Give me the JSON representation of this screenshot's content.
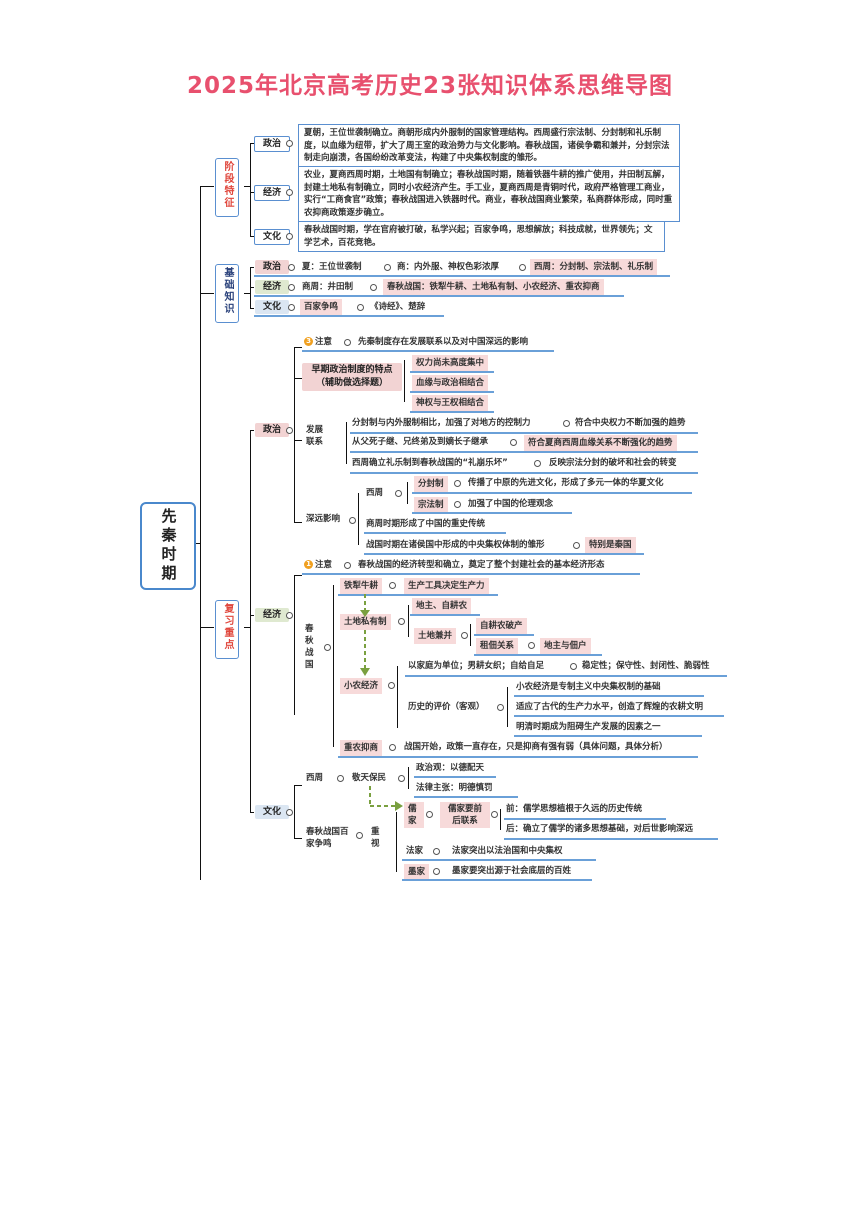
{
  "title": "2025年北京高考历史23张知识体系思维导图",
  "root": "先秦时期",
  "sections": {
    "stage": "阶段特征",
    "basic": "基础知识",
    "review": "复习重点"
  },
  "stage": {
    "politics_tag": "政治",
    "politics_text": "夏朝，王位世袭制确立。商朝形成内外服制的国家管理结构。西周盛行宗法制、分封制和礼乐制度，以血缘为纽带，扩大了周王室的政治势力与文化影响。春秋战国，诸侯争霸和兼并，分封宗法制走向崩溃，各国纷纷改革变法，构建了中央集权制度的雏形。",
    "economy_tag": "经济",
    "economy_text": "农业，夏商西周时期，土地国有制确立；春秋战国时期，随着铁器牛耕的推广使用，井田制瓦解，封建土地私有制确立，同时小农经济产生。手工业，夏商西周是青铜时代，政府严格管理工商业，实行“工商食官”政策；春秋战国进入铁器时代。商业，春秋战国商业繁荣，私商群体形成，同时重农抑商政策逐步确立。",
    "culture_tag": "文化",
    "culture_text": "春秋战国时期，学在官府被打破，私学兴起；百家争鸣，思想解放；科技成就，世界领先；文学艺术，百花竞艳。"
  },
  "basic": {
    "politics_tag": "政治",
    "politics_items": [
      "夏：王位世袭制",
      "商：内外服、神权色彩浓厚",
      "西周：分封制、宗法制、礼乐制"
    ],
    "economy_tag": "经济",
    "economy_items": [
      "商周：井田制",
      "春秋战国：铁犁牛耕、土地私有制、小农经济、重农抑商"
    ],
    "culture_tag": "文化",
    "culture_items": [
      "百家争鸣",
      "《诗经》、楚辞"
    ]
  },
  "review": {
    "politics_tag": "政治",
    "p_note_label": "注意",
    "p_note": "先秦制度存在发展联系以及对中国深远的影响",
    "p_early_label": "早期政治制度的特点（辅助做选择题）",
    "p_early_items": [
      "权力尚未高度集中",
      "血缘与政治相结合",
      "神权与王权相结合"
    ],
    "p_dev_label": "发展联系",
    "p_dev_items": [
      [
        "分封制与内外服制相比，加强了对地方的控制力",
        "符合中央权力不断加强的趋势"
      ],
      [
        "从父死子继、兄终弟及到嫡长子继承",
        "符合夏商西周血缘关系不断强化的趋势"
      ],
      [
        "西周确立礼乐制到春秋战国的“礼崩乐坏”",
        "反映宗法分封的破坏和社会的转变"
      ]
    ],
    "p_deep_label": "深远影响",
    "p_deep_xizhou": "西周",
    "p_deep_items": [
      [
        "分封制",
        "传播了中原的先进文化，形成了多元一体的华夏文化"
      ],
      [
        "宗法制",
        "加强了中国的伦理观念"
      ]
    ],
    "p_deep_shang": "商周时期形成了中国的重史传统",
    "p_deep_zhanguo": "战国时期在诸侯国中形成的中央集权体制的雏形",
    "p_deep_qin": "特别是秦国",
    "economy_tag": "经济",
    "e_note_label": "注意",
    "e_note": "春秋战国的经济转型和确立，奠定了整个封建社会的基本经济形态",
    "e_period": "春秋战国",
    "e_tieli": "铁犁牛耕",
    "e_tieli_text": "生产工具决定生产力",
    "e_land": "土地私有制",
    "e_land_a": "地主、自耕农",
    "e_land_merge": "土地兼并",
    "e_land_poor": "自耕农破产",
    "e_land_rent": "租佃关系",
    "e_land_rent_text": "地主与佃户",
    "e_xiaonong": "小农经济",
    "e_xiaonong_text": "以家庭为单位；男耕女织；自给自足",
    "e_xiaonong_traits": "稳定性；保守性、封闭性、脆弱性",
    "e_eval_label": "历史的评价（客观）",
    "e_eval_items": [
      "小农经济是专制主义中央集权制的基础",
      "适应了古代的生产力水平，创造了辉煌的农耕文明",
      "明清时期成为阻碍生产发展的因素之一"
    ],
    "e_zhongnong": "重农抑商",
    "e_zhongnong_text": "战国开始，政策一直存在，只是抑商有强有弱（具体问题，具体分析）",
    "culture_tag": "文化",
    "c_xizhou": "西周",
    "c_jingtian": "敬天保民",
    "c_zz": "政治观：以德配天",
    "c_fl": "法律主张：明德慎罚",
    "c_period": "春秋战国百家争鸣",
    "c_zhongshi": "重视",
    "c_ru": "儒家",
    "c_ru_rel": "儒家要前后联系",
    "c_ru_before": "前：儒学思想植根于久远的历史传统",
    "c_ru_after": "后：确立了儒学的诸多思想基础，对后世影响深远",
    "c_fa": "法家",
    "c_fa_text": "法家突出以法治国和中央集权",
    "c_mo": "墨家",
    "c_mo_text": "墨家要突出源于社会底层的百姓"
  },
  "colors": {
    "title": "#e8506e",
    "border": "#5a8fd0",
    "pink": "#f2d3d3",
    "green": "#dfe9d0"
  }
}
